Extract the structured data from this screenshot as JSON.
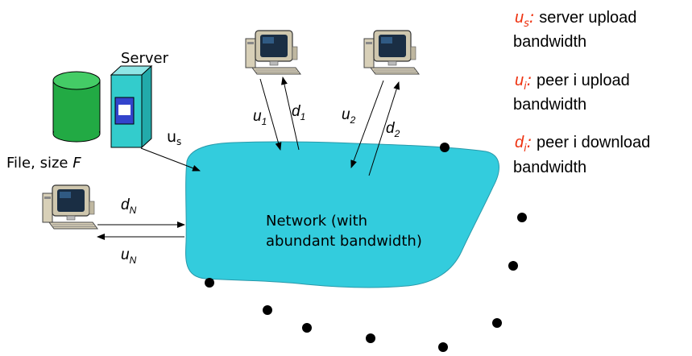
{
  "colors": {
    "network_fill": "#33ccdd",
    "accent_red": "#ee3311",
    "cylinder_green": "#22aa44",
    "server_teal": "#33cccc"
  },
  "server": {
    "label": "Server",
    "upload": "u",
    "upload_sub": "s"
  },
  "file": {
    "label": "File, size ",
    "size_symbol": "F"
  },
  "network": {
    "line1": "Network (with",
    "line2": "abundant bandwidth)"
  },
  "peer1": {
    "upload": "u",
    "upload_sub": "1",
    "download": "d",
    "download_sub": "1"
  },
  "peer2": {
    "upload": "u",
    "upload_sub": "2",
    "download": "d",
    "download_sub": "2"
  },
  "peerN": {
    "upload": "u",
    "upload_sub": "N",
    "download": "d",
    "download_sub": "N"
  },
  "legend": [
    {
      "symbol": "u",
      "sub": "s",
      "sep": ":",
      "line1": " server upload",
      "line2": "bandwidth"
    },
    {
      "symbol": "u",
      "sub": "i",
      "sep": ":",
      "line1": " peer i upload",
      "line2": "bandwidth"
    },
    {
      "symbol": "d",
      "sub": "i",
      "sep": ":",
      "line1": " peer i download",
      "line2": "bandwidth"
    }
  ]
}
